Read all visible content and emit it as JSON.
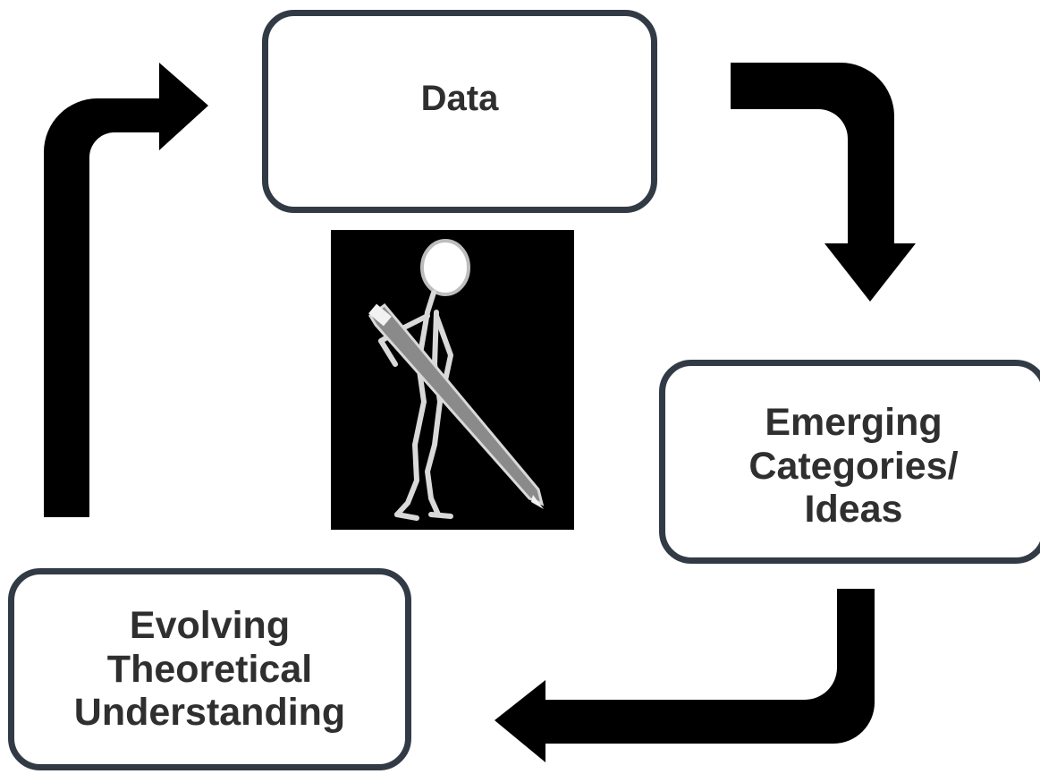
{
  "nodes": {
    "data": {
      "label": "Data"
    },
    "emerging": {
      "label": "Emerging\nCategories/\nIdeas"
    },
    "evolving": {
      "label": "Evolving\nTheoretical\nUnderstanding"
    }
  },
  "illustration": {
    "icon": "stick-figure-with-pencil-icon"
  },
  "colors": {
    "box_border": "#323a45",
    "text": "#2f2f2f",
    "arrow": "#000000",
    "illustration_bg": "#000000",
    "pencil": "#8a8a8a"
  }
}
